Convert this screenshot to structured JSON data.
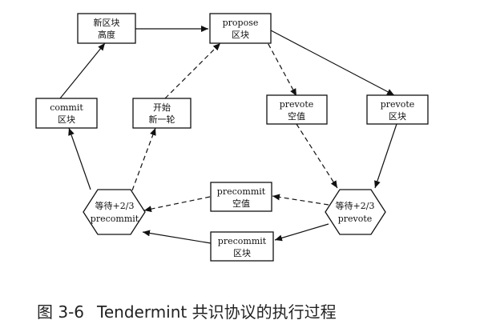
{
  "nodes": {
    "new_block_height": [
      "新区块",
      "高度"
    ],
    "propose_block": [
      "propose",
      "区块"
    ],
    "commit_block": [
      "commit",
      "区块"
    ],
    "start_new_round": [
      "开始",
      "新一轮"
    ],
    "prevote_empty": [
      "prevote",
      "空值"
    ],
    "prevote_block": [
      "prevote",
      "区块"
    ],
    "wait_precommit": [
      "等待+2/3",
      "precommit"
    ],
    "wait_prevote": [
      "等待+2/3",
      "prevote"
    ],
    "precommit_empty": [
      "precommit",
      "空值"
    ],
    "precommit_block": [
      "precommit",
      "区块"
    ]
  },
  "caption": {
    "figure_number": "图 3-6",
    "title": "Tendermint 共识协议的执行过程"
  }
}
